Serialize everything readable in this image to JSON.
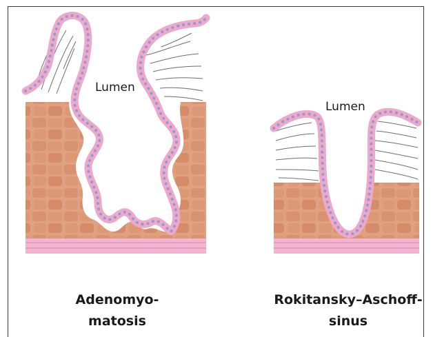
{
  "diagram": {
    "lumen_label": "Lumen",
    "left_panel": {
      "caption_line1": "Adenomyo-",
      "caption_line2": "matosis"
    },
    "right_panel": {
      "caption_line1": "Rokitansky–Aschoff-",
      "caption_line2": "sinus"
    },
    "colors": {
      "muscle": "#e0a183",
      "muscle_cell": "#d88f6c",
      "epithelium": "#eea8c8",
      "epithelium_edge": "#d97bab",
      "nuclei": "#8c9bd8",
      "serosa": "#f2b4cf",
      "stroma_lines": "#6e6e6e"
    }
  }
}
